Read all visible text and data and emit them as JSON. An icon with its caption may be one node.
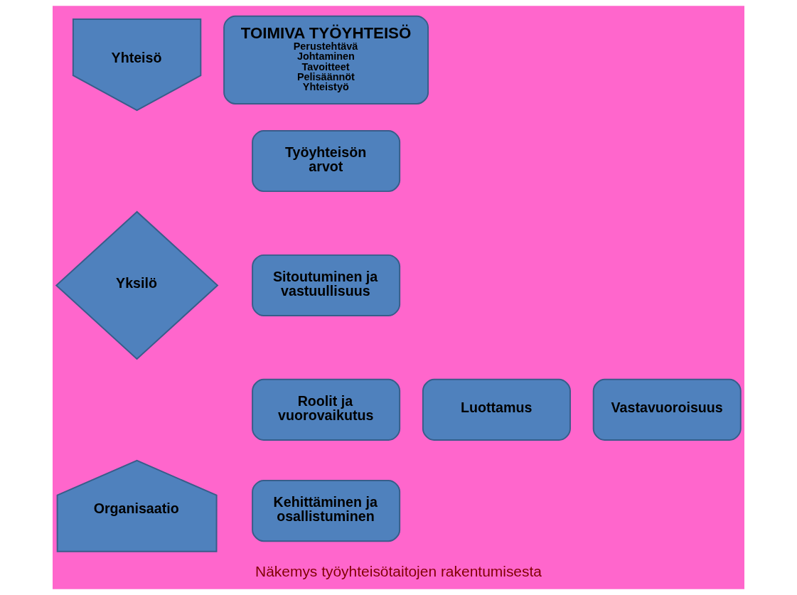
{
  "diagram": {
    "caption": "Näkemys työyhteisötaitojen rakentumisesta",
    "nodes": [
      {
        "text": [
          "Yhteisö"
        ]
      },
      {
        "text": [
          "TOIMIVA TYÖYHTEISÖ",
          "Perustehtävä",
          "Johtaminen",
          "Tavoitteet",
          "Pelisäännöt",
          "Yhteistyö"
        ]
      },
      {
        "text": [
          "Työyhteisön arvot"
        ]
      },
      {
        "text": [
          "Yksilö"
        ]
      },
      {
        "text": [
          "Sitoutuminen ja vastuullisuus"
        ]
      },
      {
        "text": [
          "Vastavuoroisuus"
        ]
      },
      {
        "text": [
          "Roolit ja vuorovaikutus"
        ]
      },
      {
        "text": [
          "Luottamus"
        ]
      },
      {
        "text": [
          "Organisaatio"
        ]
      },
      {
        "text": [
          "Kehittäminen ja osallistuminen"
        ]
      }
    ],
    "edges": []
  }
}
